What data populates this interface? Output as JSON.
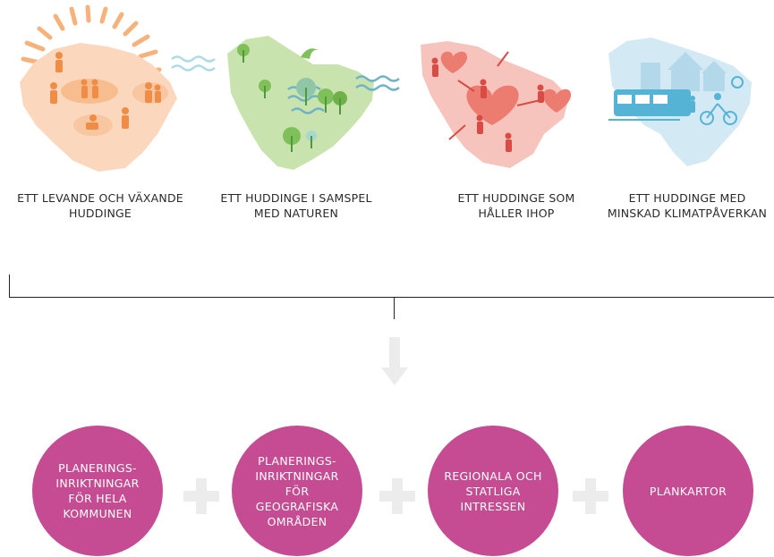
{
  "colors": {
    "orange": "#f4a06a",
    "green": "#a8cf86",
    "red": "#ec8a80",
    "blue": "#b9dcec",
    "magenta": "#c54b92",
    "plus": "#ececec",
    "line": "#222222"
  },
  "goals": [
    {
      "label": "ETT LEVANDE OCH VÄXANDE\nHUDDINGE",
      "icon": "sun-people-icon"
    },
    {
      "label": "ETT HUDDINGE I SAMSPEL\nMED NATUREN",
      "icon": "trees-nature-icon"
    },
    {
      "label": "ETT HUDDINGE SOM\nHÅLLER IHOP",
      "icon": "hearts-connections-icon"
    },
    {
      "label": "ETT HUDDINGE MED\nMINSKAD KLIMATPÅVERKAN",
      "icon": "transport-climate-icon"
    }
  ],
  "components": [
    {
      "label": "PLANERINGS-\nINRIKTNINGAR\nFÖR HELA\nKOMMUNEN"
    },
    {
      "label": "PLANERINGS-\nINRIKTNINGAR\nFÖR\nGEOGRAFISKA\nOMRÅDEN"
    },
    {
      "label": "REGIONALA OCH\nSTATLIGA\nINTRESSEN"
    },
    {
      "label": "PLANKARTOR"
    }
  ]
}
